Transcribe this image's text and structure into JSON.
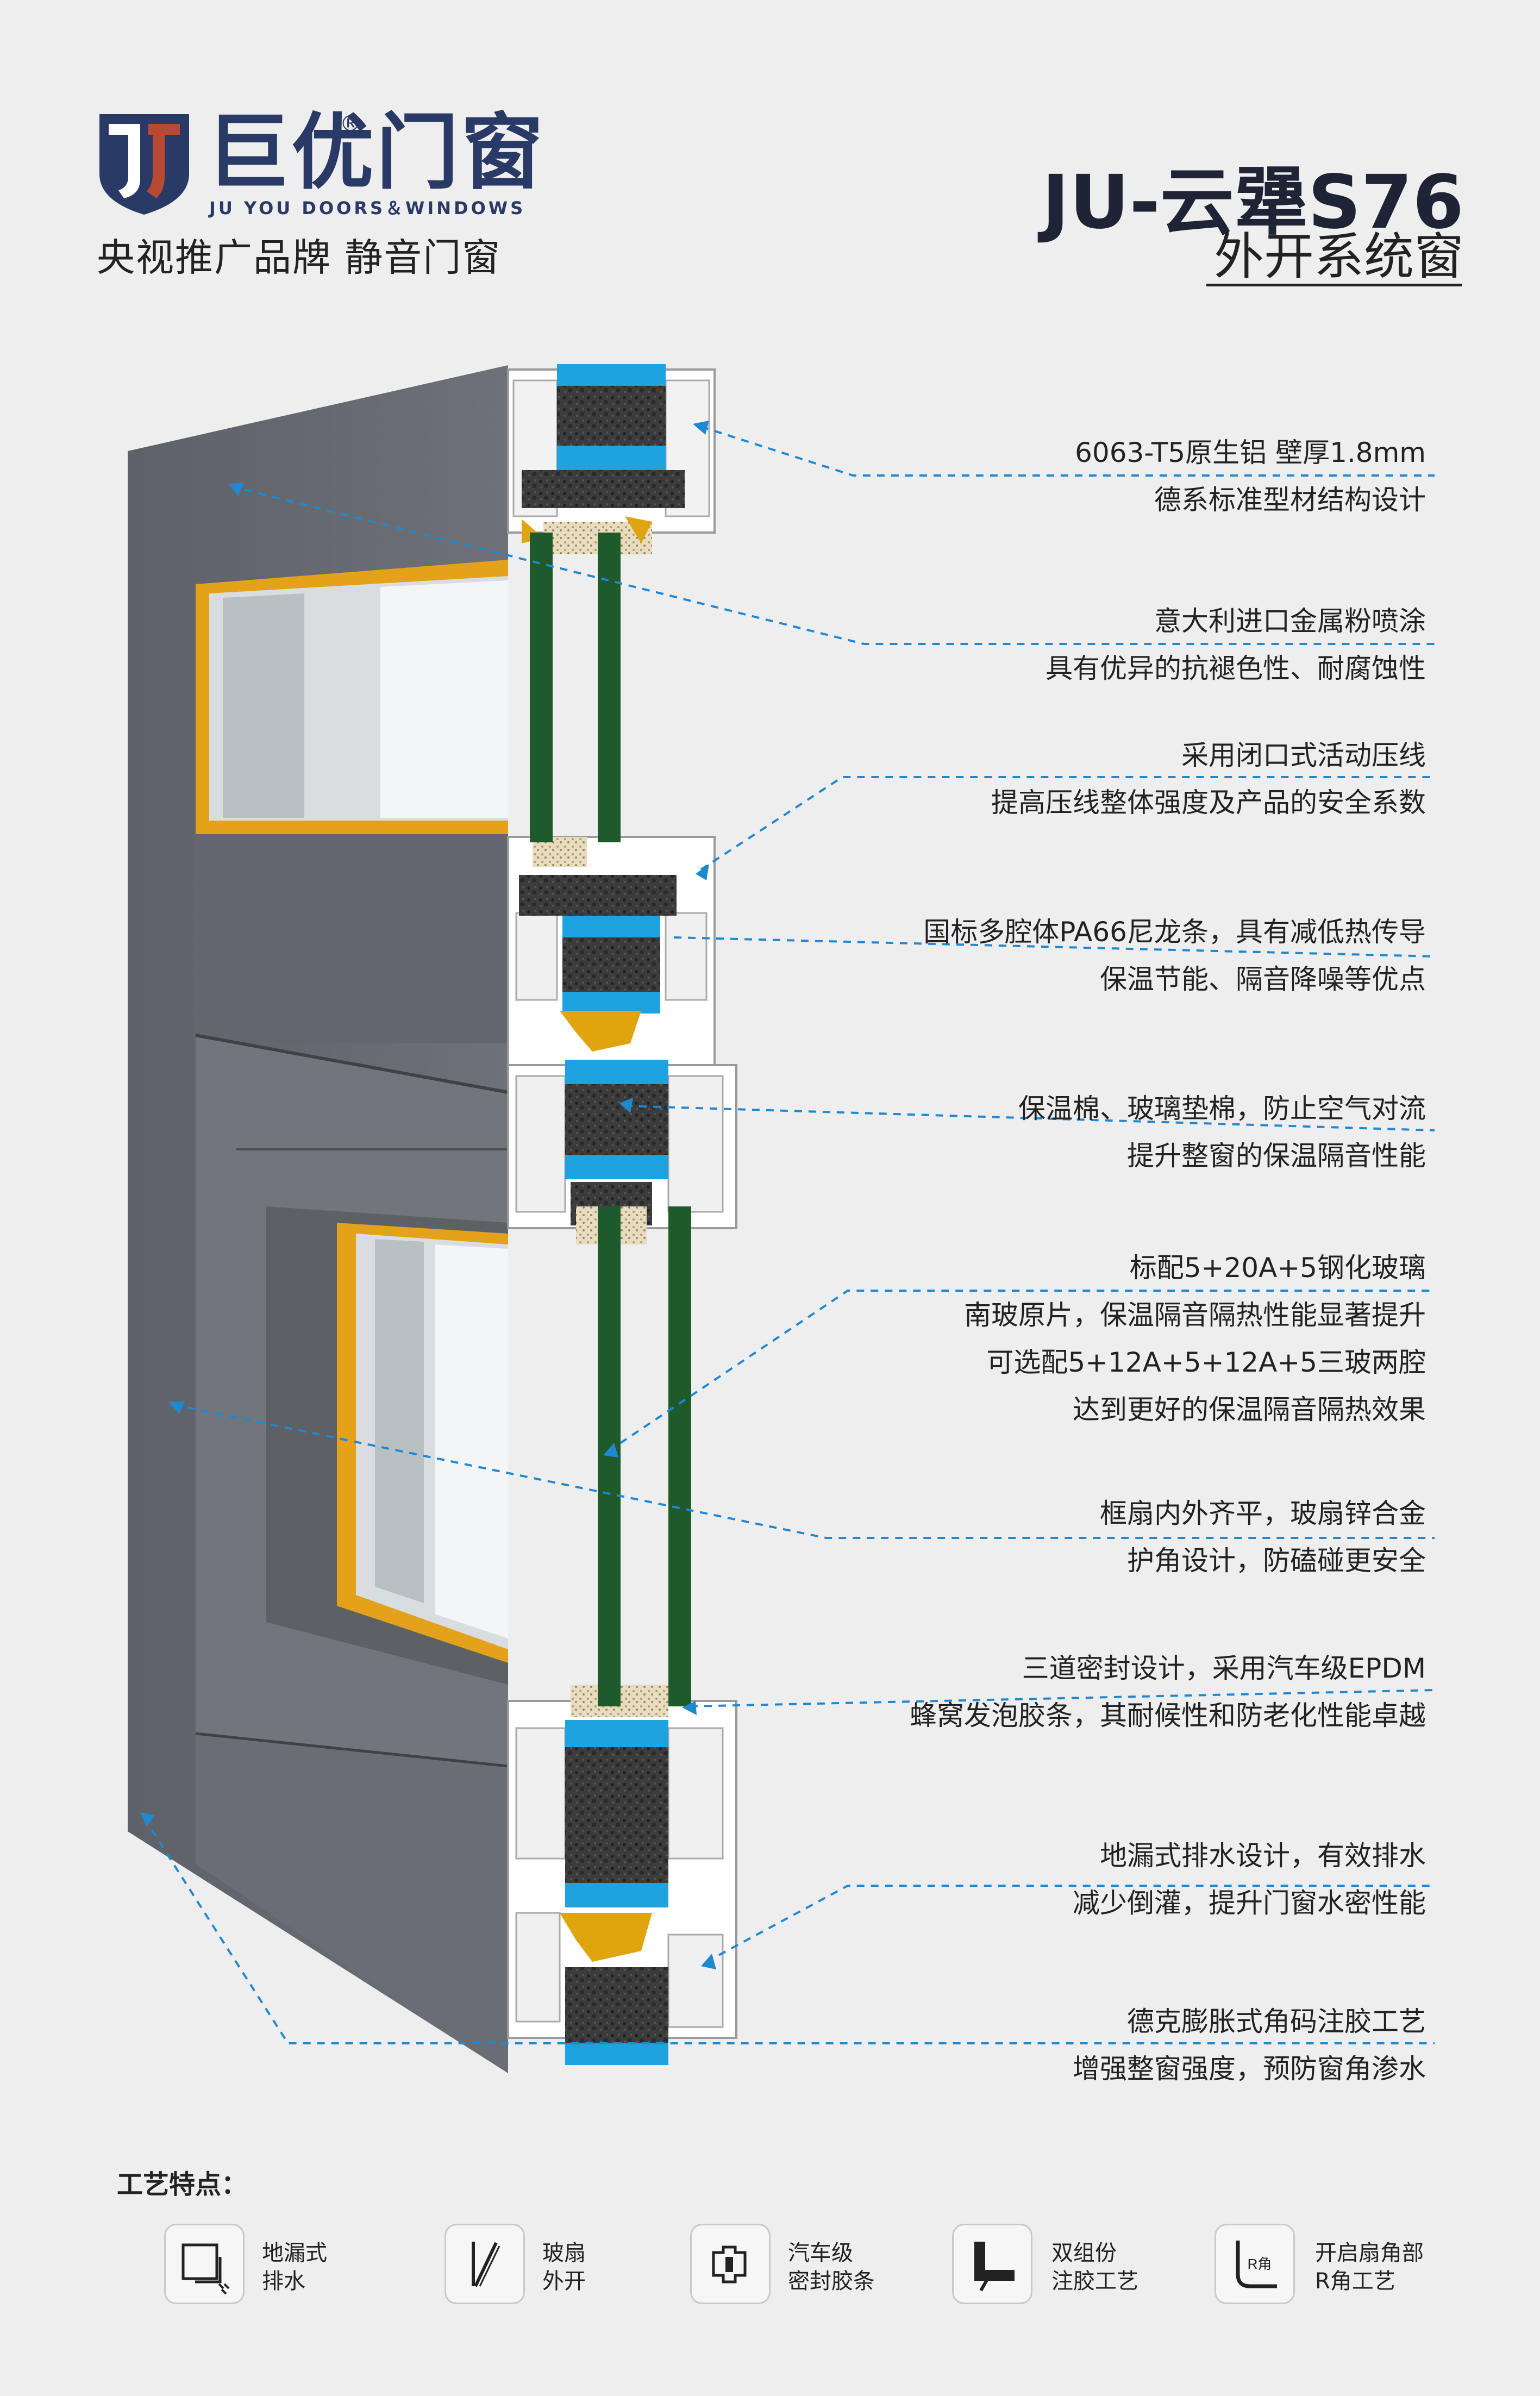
{
  "brand": {
    "name_cn": "巨优门窗",
    "registered": "®",
    "name_en": "JU YOU DOORS＆WINDOWS",
    "slogan": "央视推广品牌  静音门窗",
    "colors": {
      "navy": "#2a3a66",
      "brown": "#7a3b2e"
    }
  },
  "product": {
    "model": "JU-云犟S76",
    "subtitle": "外开系统窗"
  },
  "features": [
    {
      "line1": "6063-T5原生铝 壁厚1.8mm",
      "line2": "德系标准型材结构设计"
    },
    {
      "line1": "意大利进口金属粉喷涂",
      "line2": "具有优异的抗褪色性、耐腐蚀性"
    },
    {
      "line1": "采用闭口式活动压线",
      "line2": "提高压线整体强度及产品的安全系数"
    },
    {
      "line1": "国标多腔体PA66尼龙条，具有减低热传导",
      "line2": "保温节能、隔音降噪等优点"
    },
    {
      "line1": "保温棉、玻璃垫棉，防止空气对流",
      "line2": "提升整窗的保温隔音性能"
    },
    {
      "line1": "标配5+20A+5钢化玻璃",
      "line2": "南玻原片，保温隔音隔热性能显著提升",
      "line3": "可选配5+12A+5+12A+5三玻两腔",
      "line4": "达到更好的保温隔音隔热效果"
    },
    {
      "line1": "框扇内外齐平，玻扇锌合金",
      "line2": "护角设计，防磕碰更安全"
    },
    {
      "line1": "三道密封设计，采用汽车级EPDM",
      "line2": "蜂窝发泡胶条，其耐候性和防老化性能卓越"
    },
    {
      "line1": "地漏式排水设计，有效排水",
      "line2": "减少倒灌，提升门窗水密性能"
    },
    {
      "line1": "德克膨胀式角码注胶工艺",
      "line2": "增强整窗强度，预防窗角渗水"
    }
  ],
  "craft": {
    "title": "工艺特点：",
    "items": [
      {
        "icon": "drain-icon",
        "line1": "地漏式",
        "line2": "排水"
      },
      {
        "icon": "outward-sash-icon",
        "line1": "玻扇",
        "line2": "外开"
      },
      {
        "icon": "seal-strip-icon",
        "line1": "汽车级",
        "line2": "密封胶条"
      },
      {
        "icon": "corner-glue-icon",
        "line1": "双组份",
        "line2": "注胶工艺"
      },
      {
        "icon": "r-corner-icon",
        "line1": "开启扇角部",
        "line2": "R角工艺",
        "icon_text": "R角"
      }
    ]
  },
  "colors": {
    "frame_gray": "#6a6e74",
    "thermal_break_blue": "#1ea3e0",
    "gasket_gold": "#e0a40e",
    "glass_green": "#1f5a2a",
    "leader_blue": "#1e88d0"
  }
}
